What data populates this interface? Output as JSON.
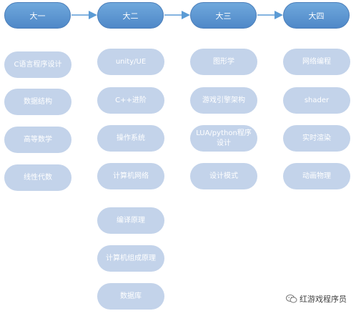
{
  "columns": [
    {
      "header": "大一",
      "items": [
        "C语言程序设计",
        "数据结构",
        "高等数学",
        "线性代数"
      ]
    },
    {
      "header": "大二",
      "items": [
        "unity/UE",
        "C++进阶",
        "操作系统",
        "计算机网络",
        "编译原理",
        "计算机组成原理",
        "数据库"
      ]
    },
    {
      "header": "大三",
      "items": [
        "图形学",
        "游戏引擎架构",
        "LUA/python程序设计",
        "设计模式"
      ]
    },
    {
      "header": "大四",
      "items": [
        "网络编程",
        "shader",
        "实时渲染",
        "动画物理"
      ]
    }
  ],
  "watermark": {
    "text": "红游戏程序员",
    "icon": "wechat-icon"
  },
  "colors": {
    "header": "#5b9bd5",
    "item": "#c3d3ea",
    "arrow": "#5b9bd5"
  }
}
